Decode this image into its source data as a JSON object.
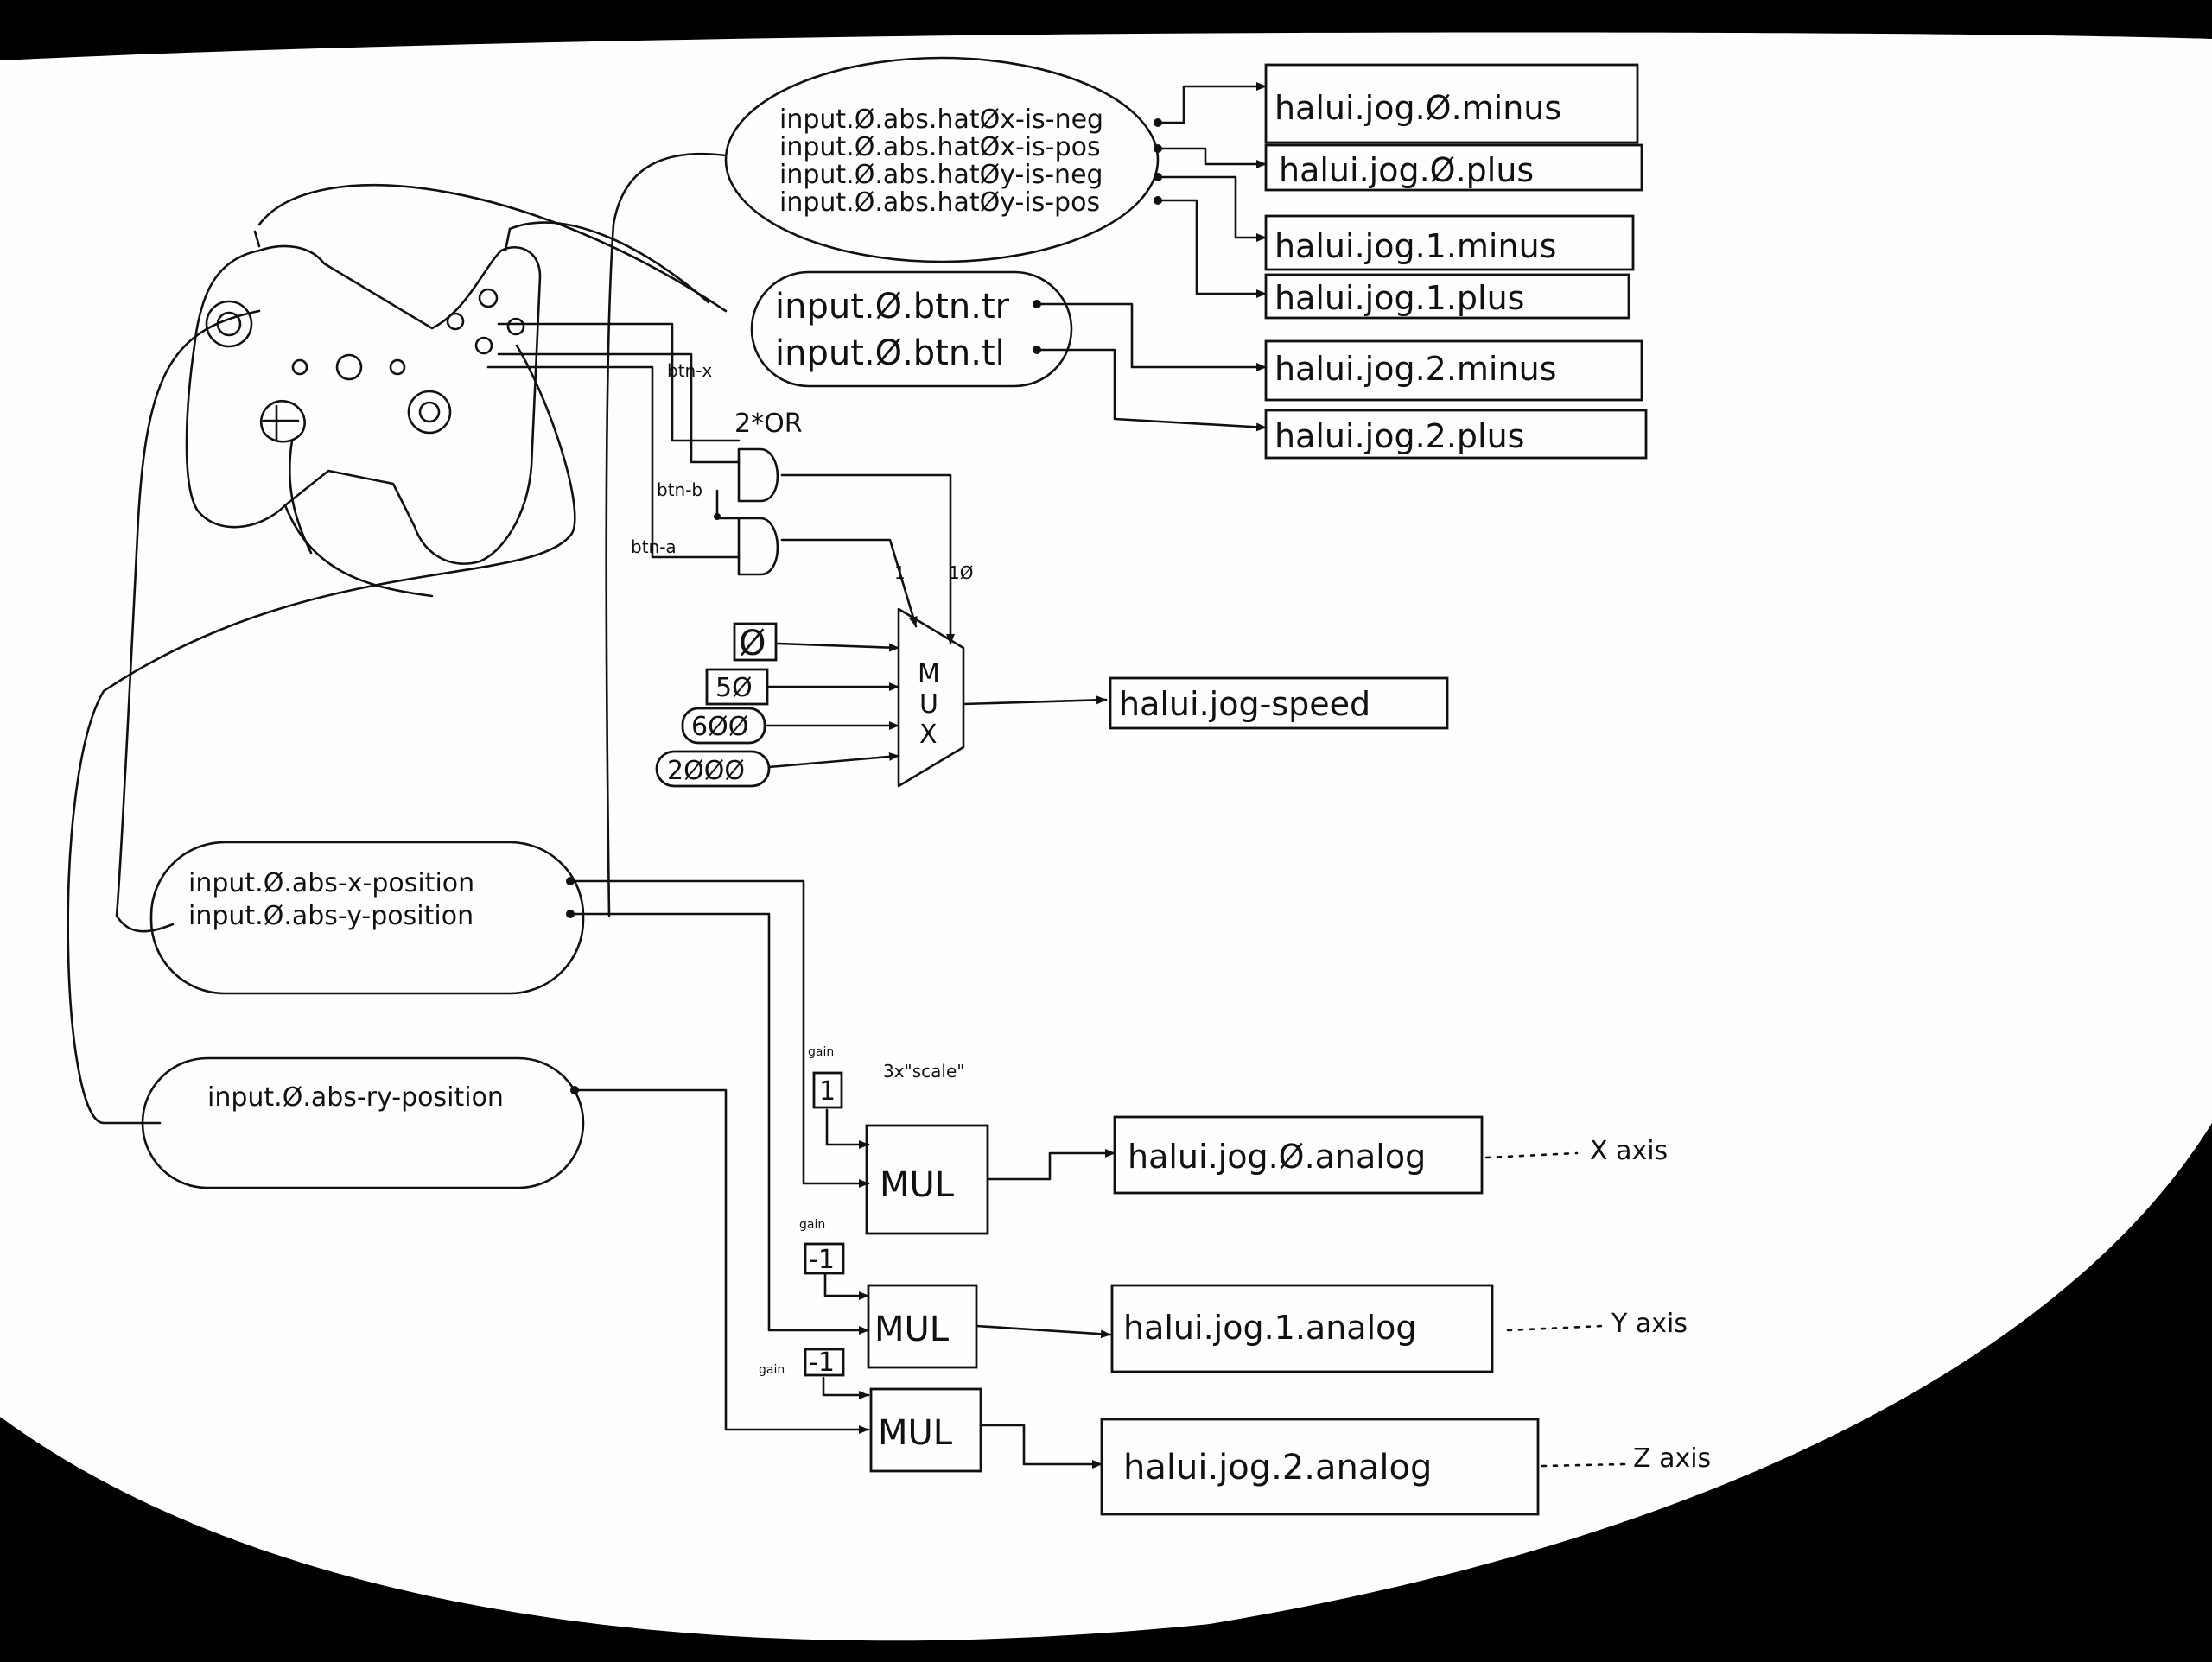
{
  "diagram": {
    "hat_pins": [
      "input.Ø.abs.hatØx-is-neg",
      "input.Ø.abs.hatØx-is-pos",
      "input.Ø.abs.hatØy-is-neg",
      "input.Ø.abs.hatØy-is-pos"
    ],
    "hat_outputs": [
      "halui.jog.Ø.minus",
      "halui.jog.Ø.plus",
      "halui.jog.1.minus",
      "halui.jog.1.plus"
    ],
    "shoulder_pins": [
      "input.Ø.btn.tr",
      "input.Ø.btn.tl"
    ],
    "shoulder_outputs": [
      "halui.jog.2.minus",
      "halui.jog.2.plus"
    ],
    "button_labels": {
      "x": "btn-x",
      "b": "btn-b",
      "a": "btn-a"
    },
    "or_label": "2*OR",
    "mux_select_labels": [
      "1",
      "1Ø"
    ],
    "mux_label": "MUX",
    "speed_constants": [
      "Ø",
      "5Ø",
      "6ØØ",
      "2ØØØ"
    ],
    "speed_output": "halui.jog-speed",
    "stick_pins": [
      "input.Ø.abs-x-position",
      "input.Ø.abs-y-position"
    ],
    "ry_pin": "input.Ø.abs-ry-position",
    "scale_note": "3x\"scale\"",
    "gain_label": "gain",
    "gains": [
      "1",
      "-1",
      "-1"
    ],
    "mul_label": "MUL",
    "analog_outputs": [
      "halui.jog.Ø.analog",
      "halui.jog.1.analog",
      "halui.jog.2.analog"
    ],
    "axis_notes": [
      "X axis",
      "Y axis",
      "Z axis"
    ]
  }
}
